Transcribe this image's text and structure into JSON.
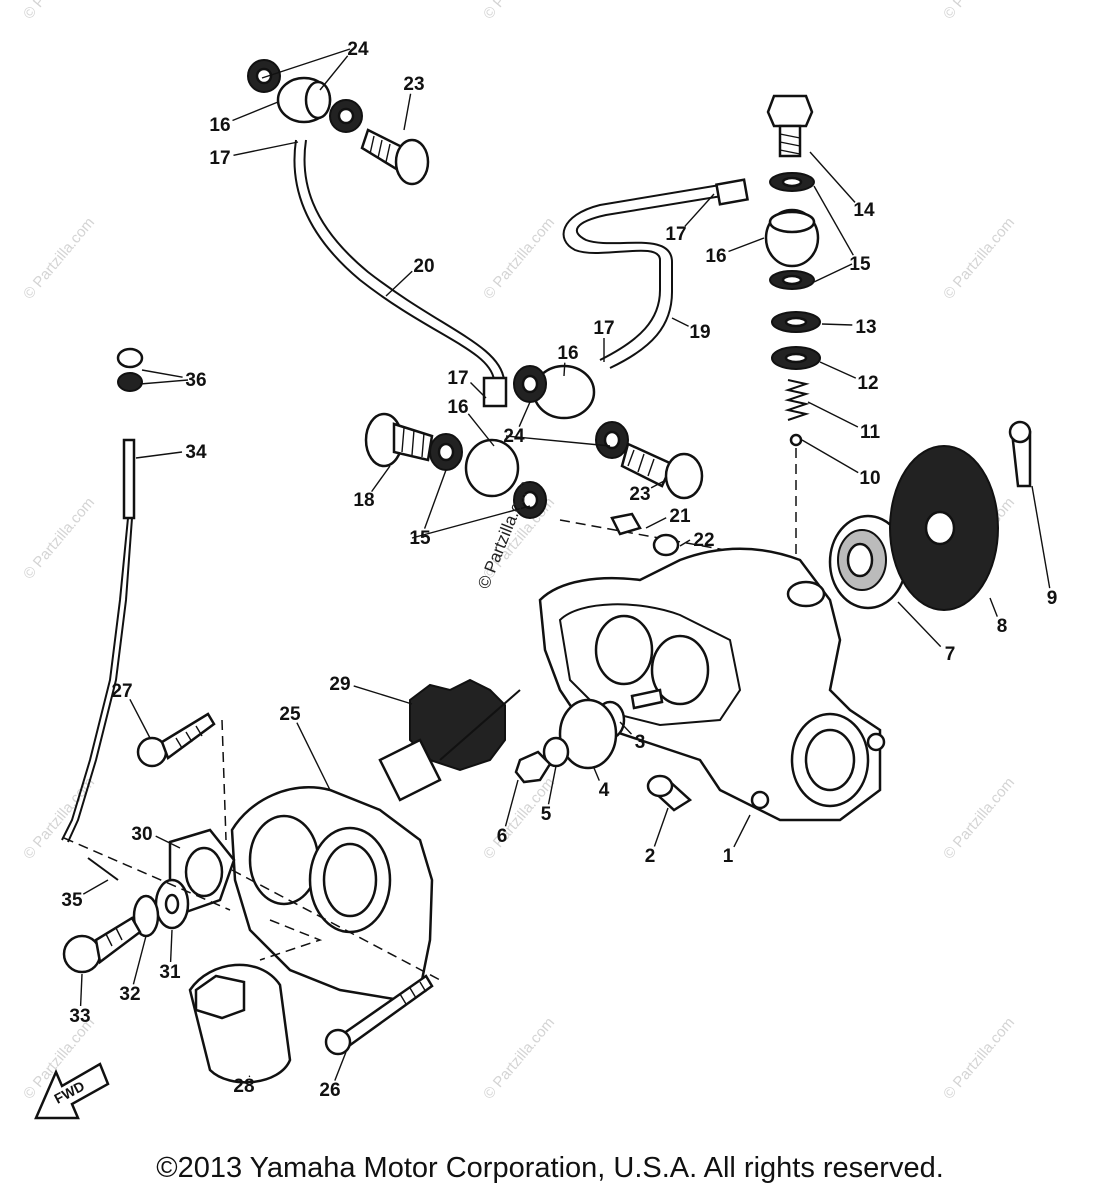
{
  "watermark": {
    "text": "© Partzilla.com",
    "center_text": "© Partzilla.com"
  },
  "callouts": [
    {
      "id": "c1",
      "label": "1"
    },
    {
      "id": "c2",
      "label": "2"
    },
    {
      "id": "c3",
      "label": "3"
    },
    {
      "id": "c4",
      "label": "4"
    },
    {
      "id": "c5",
      "label": "5"
    },
    {
      "id": "c6",
      "label": "6"
    },
    {
      "id": "c7",
      "label": "7"
    },
    {
      "id": "c8",
      "label": "8"
    },
    {
      "id": "c9",
      "label": "9"
    },
    {
      "id": "c10",
      "label": "10"
    },
    {
      "id": "c11",
      "label": "11"
    },
    {
      "id": "c12",
      "label": "12"
    },
    {
      "id": "c13",
      "label": "13"
    },
    {
      "id": "c14",
      "label": "14"
    },
    {
      "id": "c15a",
      "label": "15"
    },
    {
      "id": "c15b",
      "label": "15"
    },
    {
      "id": "c16a",
      "label": "16"
    },
    {
      "id": "c16b",
      "label": "16"
    },
    {
      "id": "c16c",
      "label": "16"
    },
    {
      "id": "c16d",
      "label": "16"
    },
    {
      "id": "c17a",
      "label": "17"
    },
    {
      "id": "c17b",
      "label": "17"
    },
    {
      "id": "c17c",
      "label": "17"
    },
    {
      "id": "c17d",
      "label": "17"
    },
    {
      "id": "c18",
      "label": "18"
    },
    {
      "id": "c19",
      "label": "19"
    },
    {
      "id": "c20",
      "label": "20"
    },
    {
      "id": "c21",
      "label": "21"
    },
    {
      "id": "c22",
      "label": "22"
    },
    {
      "id": "c23a",
      "label": "23"
    },
    {
      "id": "c23b",
      "label": "23"
    },
    {
      "id": "c24a",
      "label": "24"
    },
    {
      "id": "c24b",
      "label": "24"
    },
    {
      "id": "c25",
      "label": "25"
    },
    {
      "id": "c26",
      "label": "26"
    },
    {
      "id": "c27",
      "label": "27"
    },
    {
      "id": "c28",
      "label": "28"
    },
    {
      "id": "c29",
      "label": "29"
    },
    {
      "id": "c30",
      "label": "30"
    },
    {
      "id": "c31",
      "label": "31"
    },
    {
      "id": "c32",
      "label": "32"
    },
    {
      "id": "c33",
      "label": "33"
    },
    {
      "id": "c34",
      "label": "34"
    },
    {
      "id": "c35",
      "label": "35"
    },
    {
      "id": "c36",
      "label": "36"
    }
  ],
  "fwd_arrow_label": "FWD",
  "copyright": "©2013 Yamaha Motor Corporation, U.S.A. All rights reserved."
}
